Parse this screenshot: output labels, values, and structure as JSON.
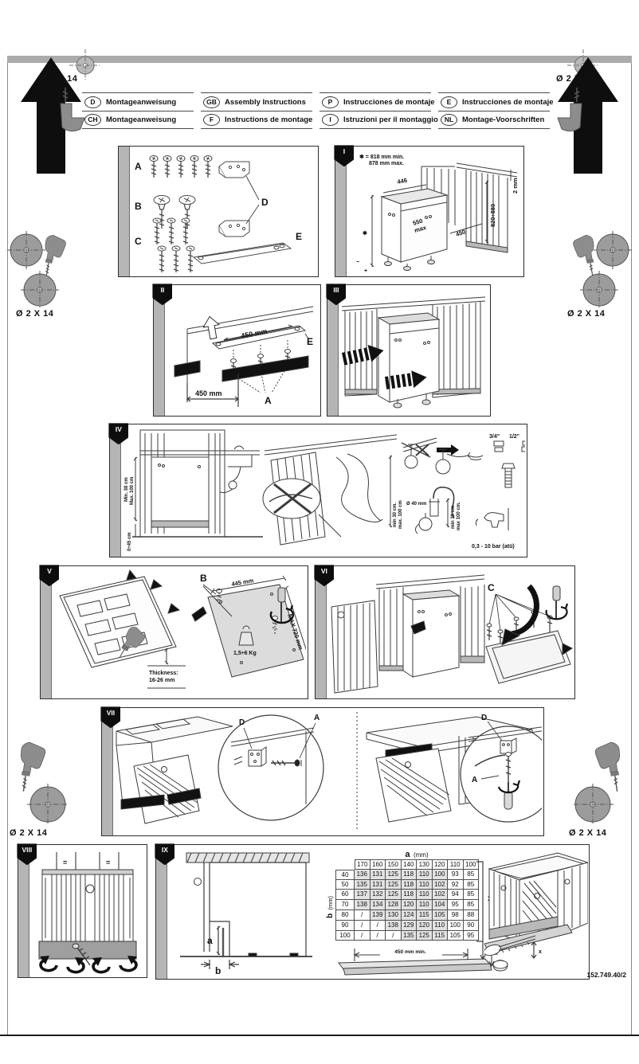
{
  "page": {
    "doc_number": "152.749.40/2",
    "screw_spec": "Ø 2 X 14"
  },
  "languages": [
    {
      "code": "D",
      "label": "Montageanweisung"
    },
    {
      "code": "GB",
      "label": "Assembly Instructions"
    },
    {
      "code": "P",
      "label": "Instrucciones de montaje"
    },
    {
      "code": "E",
      "label": "Instrucciones de montaje"
    },
    {
      "code": "CH",
      "label": "Montageanweisung"
    },
    {
      "code": "F",
      "label": "Instructions de montage"
    },
    {
      "code": "I",
      "label": "Istruzioni per il montaggio"
    },
    {
      "code": "NL",
      "label": "Montage-Voorschriften"
    }
  ],
  "parts": {
    "a": "A",
    "b": "B",
    "c": "C",
    "d": "D",
    "e": "E"
  },
  "panel1": {
    "tab": "I",
    "note1": "✱ = 818 mm min.",
    "note2": "878 mm max.",
    "star": "✱",
    "d446": "446",
    "d550": "550",
    "d550b": "max",
    "d450": "450",
    "d820": "820÷880",
    "d2": "2 mm",
    "plus": "+",
    "minus": "−"
  },
  "panel2": {
    "tab": "II",
    "d450top": "450 mm",
    "d450bottom": "450 mm",
    "label_e": "E",
    "label_a": "A"
  },
  "panel3": {
    "tab": "III"
  },
  "panel4": {
    "tab": "IV",
    "min38": "Min. 38 cm",
    "max100": "Max. 100 cm",
    "h045": "0÷45 cm",
    "min30_mid": "min 30 cm.",
    "max100_mid": "max. 100 cm",
    "d40": "Ø 40 mm",
    "min30_r": "min 30 cm",
    "max100_r": "max 100 cm.",
    "f34": "3/4\"",
    "f12": "1/2\"",
    "pressure": "0,3 - 10 bar (atü)"
  },
  "panel5": {
    "tab": "V",
    "label_b": "B",
    "d445": "445 mm",
    "d720": "MAX 720 mm",
    "weight": "1,5÷6 Kg",
    "th1": "Thickness:",
    "th2": "16-26 mm"
  },
  "panel6": {
    "tab": "VI",
    "label_c": "C"
  },
  "panel7": {
    "tab": "VII",
    "d_left": "D",
    "a_left": "A",
    "d_right": "D",
    "a_right": "A"
  },
  "panel8": {
    "tab": "VIII",
    "eq_left": "=",
    "eq_right": "="
  },
  "panel9": {
    "tab": "IX",
    "label_a": "a",
    "label_b": "b",
    "x_bracket": "x",
    "note450": "450 mm min.",
    "x_strip": "x",
    "x_saw": "x",
    "table": {
      "title": "a",
      "title_unit": "(mm)",
      "row_title": "b",
      "row_unit": "(mm)",
      "cols": [
        "170",
        "160",
        "150",
        "140",
        "130",
        "120",
        "110",
        "100"
      ],
      "rows": [
        {
          "b": "40",
          "v": [
            "136",
            "131",
            "125",
            "118",
            "110",
            "100",
            "93",
            "85"
          ]
        },
        {
          "b": "50",
          "v": [
            "135",
            "131",
            "125",
            "118",
            "110",
            "102",
            "92",
            "85"
          ]
        },
        {
          "b": "60",
          "v": [
            "137",
            "132",
            "125",
            "118",
            "110",
            "102",
            "94",
            "85"
          ]
        },
        {
          "b": "70",
          "v": [
            "138",
            "134",
            "128",
            "120",
            "110",
            "104",
            "95",
            "85"
          ]
        },
        {
          "b": "80",
          "v": [
            "/",
            "139",
            "130",
            "124",
            "115",
            "105",
            "98",
            "88"
          ]
        },
        {
          "b": "90",
          "v": [
            "/",
            "/",
            "138",
            "129",
            "120",
            "110",
            "100",
            "90"
          ]
        },
        {
          "b": "100",
          "v": [
            "/",
            "/",
            "/",
            "135",
            "125",
            "115",
            "105",
            "95"
          ]
        }
      ]
    }
  }
}
